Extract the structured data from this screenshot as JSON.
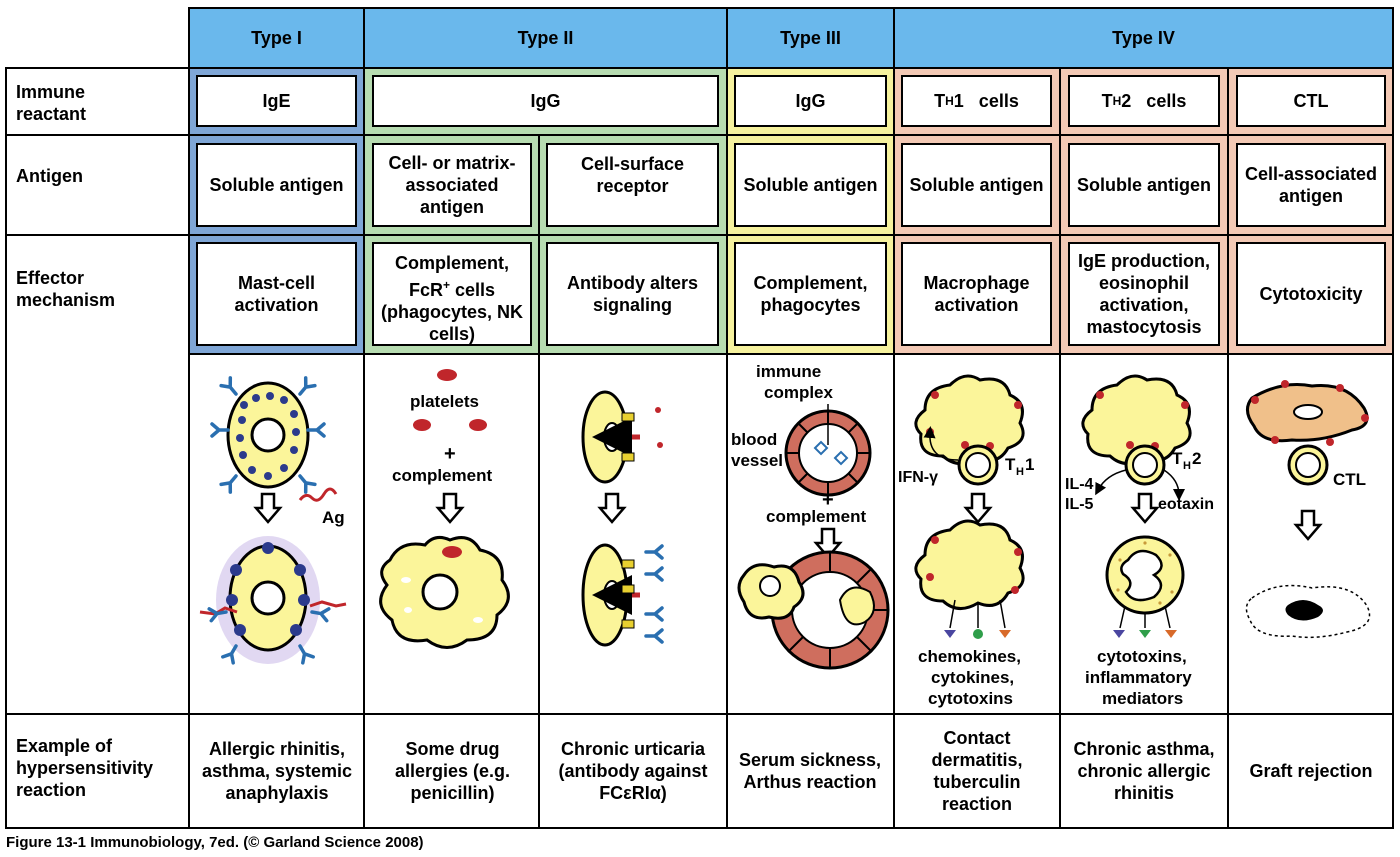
{
  "headers": {
    "type1": "Type I",
    "type2": "Type II",
    "type3": "Type III",
    "type4": "Type IV"
  },
  "row_labels": {
    "immune_reactant": "Immune reactant",
    "antigen": "Antigen",
    "effector": "Effector mechanism",
    "example": "Example of hypersensitivity reaction"
  },
  "immune_reactant": {
    "c1": "IgE",
    "c2": "IgG",
    "c4": "IgG",
    "c5_main": "T",
    "c5_sub": "H",
    "c5_rest": "1   cells",
    "c6_main": "T",
    "c6_sub": "H",
    "c6_rest": "2   cells",
    "c7": "CTL"
  },
  "antigen": {
    "c1": "Soluble antigen",
    "c2": "Cell- or matrix-associated antigen",
    "c3": "Cell-surface receptor",
    "c4": "Soluble antigen",
    "c5": "Soluble antigen",
    "c6": "Soluble antigen",
    "c7": "Cell-associated antigen"
  },
  "effector": {
    "c1": "Mast-cell activation",
    "c2_a": "Complement, FcR",
    "c2_sup": "+",
    "c2_b": " cells (phagocytes, NK cells)",
    "c3": "Antibody alters signaling",
    "c4": "Complement, phagocytes",
    "c5": "Macrophage activation",
    "c6": "IgE production, eosinophil activation, mastocytosis",
    "c7": "Cytotoxicity"
  },
  "illustrations": {
    "ag": "Ag",
    "platelets": "platelets",
    "plus": "+",
    "complement": "complement",
    "immune_complex_1": "immune",
    "immune_complex_2": "complex",
    "blood_1": "blood",
    "blood_2": "vessel",
    "ifn": "IFN-γ",
    "th1_t": "T",
    "th1_h": "H",
    "th1_n": "1",
    "th2_t": "T",
    "th2_h": "H",
    "th2_n": "2",
    "il4": "IL-4",
    "il5": "IL-5",
    "eotaxin": "eotaxin",
    "ctl": "CTL",
    "out5_1": "chemokines,",
    "out5_2": "cytokines,",
    "out5_3": "cytotoxins",
    "out6_1": "cytotoxins,",
    "out6_2": "inflammatory",
    "out6_3": "mediators"
  },
  "examples": {
    "c1": "Allergic rhinitis, asthma, systemic anaphylaxis",
    "c2": "Some drug allergies (e.g. penicillin)",
    "c3": "Chronic urticaria (antibody against FCεRIα)",
    "c4": "Serum sickness, Arthus reaction",
    "c5": "Contact dermatitis, tuberculin reaction",
    "c6": "Chronic asthma, chronic allergic rhinitis",
    "c7": "Graft rejection"
  },
  "caption": "Figure 13-1  Immunobiology, 7ed. (© Garland Science 2008)",
  "colors": {
    "header": "#6ab8ec",
    "type1": "#7fa6d6",
    "type2": "#b7dcb1",
    "type3": "#f6f29e",
    "type4": "#f3c9b5",
    "cell": "#fbf59a",
    "vessel": "#cf6e5e",
    "antibody": "#2a6fb0",
    "antigen": "#c0262b"
  }
}
